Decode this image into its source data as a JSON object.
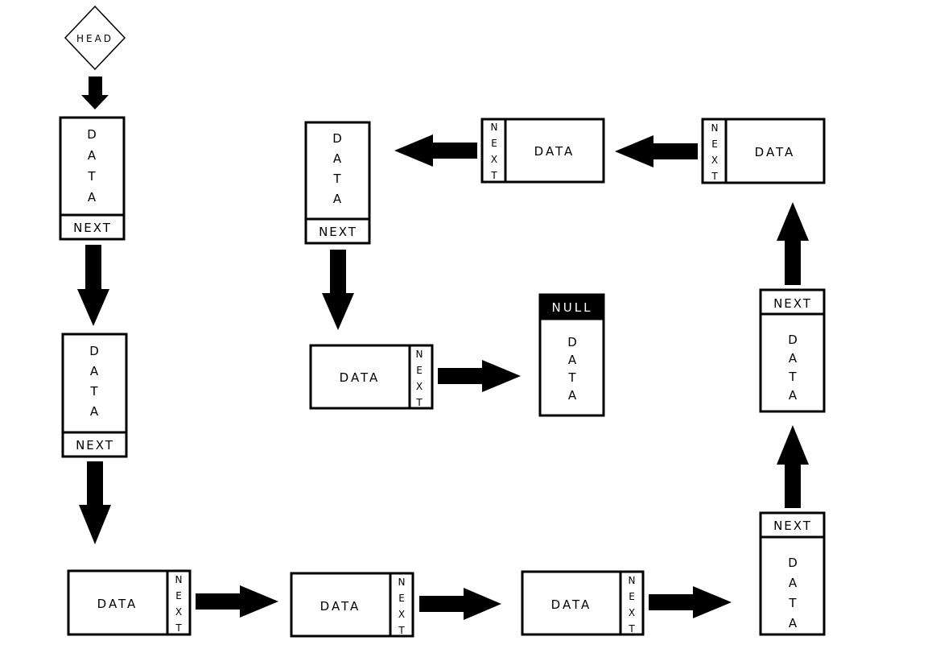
{
  "head_label": "HEAD",
  "data_label": "DATA",
  "next_label": "NEXT",
  "null_label": "NULL",
  "nodes": [
    {
      "id": 1,
      "kind": "vertical-next-bottom"
    },
    {
      "id": 2,
      "kind": "vertical-next-bottom"
    },
    {
      "id": 3,
      "kind": "horizontal-next-right"
    },
    {
      "id": 4,
      "kind": "horizontal-next-right"
    },
    {
      "id": 5,
      "kind": "horizontal-next-right"
    },
    {
      "id": 6,
      "kind": "vertical-next-top"
    },
    {
      "id": 7,
      "kind": "vertical-next-top"
    },
    {
      "id": 8,
      "kind": "horizontal-next-left"
    },
    {
      "id": 9,
      "kind": "horizontal-next-left"
    },
    {
      "id": 10,
      "kind": "vertical-next-bottom"
    },
    {
      "id": 11,
      "kind": "horizontal-next-right"
    },
    {
      "id": 12,
      "kind": "terminal-null-top"
    }
  ],
  "colors": {
    "stroke": "#000000",
    "fill": "#ffffff",
    "null_fill": "#000000",
    "null_text": "#ffffff"
  }
}
